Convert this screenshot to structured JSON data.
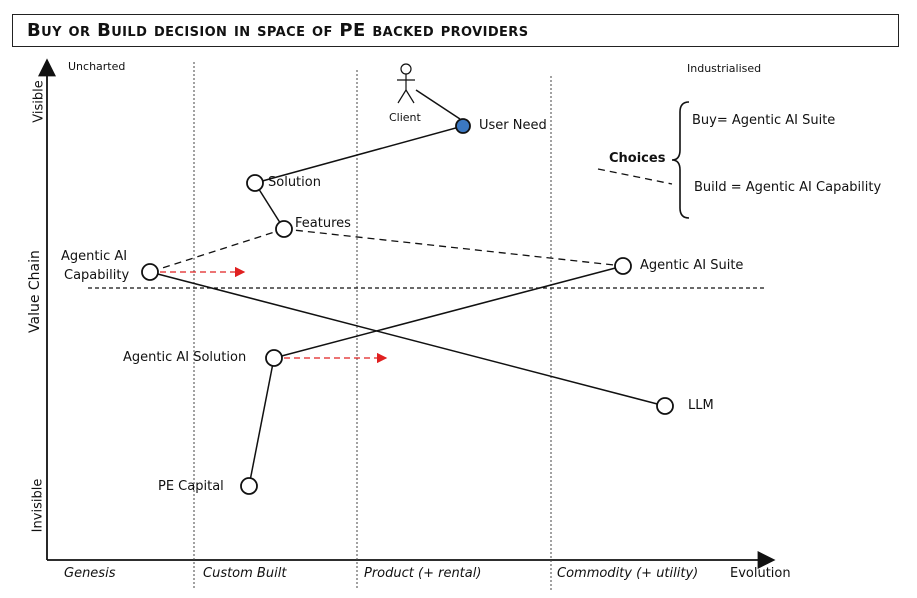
{
  "title": "Buy or Build decision in space of PE backed providers",
  "axes": {
    "x_label": "Evolution",
    "y_label": "Value Chain",
    "y_top": "Visible",
    "y_bottom": "Invisible",
    "stages": [
      "Genesis",
      "Custom Built",
      "Product (+ rental)",
      "Commodity (+ utility)"
    ],
    "top_left": "Uncharted",
    "top_right": "Industrialised"
  },
  "actor": {
    "label": "Client"
  },
  "components": {
    "user_need": "User Need",
    "solution": "Solution",
    "features": "Features",
    "capability_line1": "Agentic AI",
    "capability_line2": "Capability",
    "suite": "Agentic AI Suite",
    "ai_solution": "Agentic AI Solution",
    "llm": "LLM",
    "pe_capital": "PE Capital"
  },
  "choices": {
    "label": "Choices",
    "buy": "Buy= Agentic AI Suite",
    "build": "Build = Agentic AI Capability"
  },
  "colors": {
    "ink": "#111111",
    "user_need_fill": "#3b78c2",
    "evolve_arrow": "#e02020"
  }
}
